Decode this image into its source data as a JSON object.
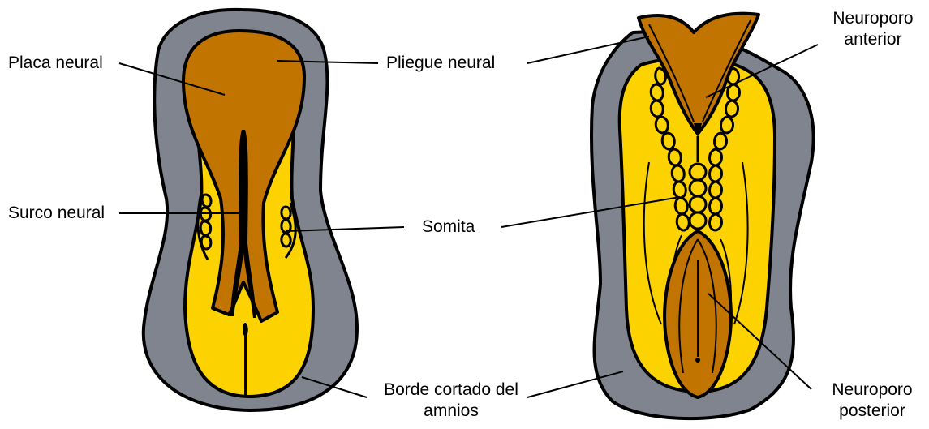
{
  "labels": {
    "placa_neural": "Placa neural",
    "pliegue_neural": "Pliegue neural",
    "surco_neural": "Surco neural",
    "somita": "Somita",
    "neuroporo_anterior_1": "Neuroporo",
    "neuroporo_anterior_2": "anterior",
    "borde_amnios_1": "Borde cortado del",
    "borde_amnios_2": "amnios",
    "neuroporo_posterior_1": "Neuroporo",
    "neuroporo_posterior_2": "posterior"
  },
  "colors": {
    "amnion_gray": "#7f848f",
    "yolk_yellow": "#fcd201",
    "neural_brown": "#c27400",
    "outline": "#000000"
  }
}
